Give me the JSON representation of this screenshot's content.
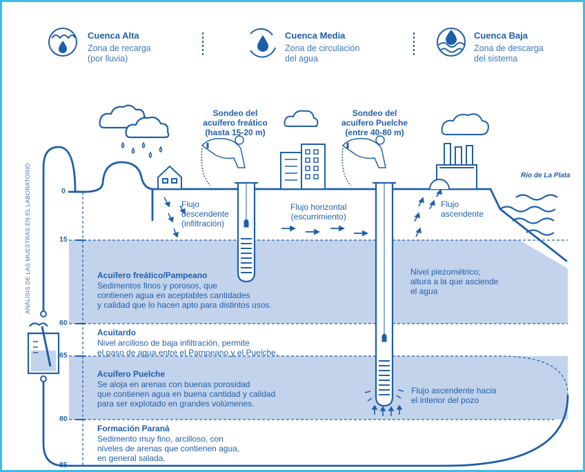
{
  "zones": [
    {
      "title": "Cuenca Alta",
      "desc": "Zona de recarga\n(por lluvia)",
      "icon": "rain-recharge-icon"
    },
    {
      "title": "Cuenca Media",
      "desc": "Zona de circulación\ndel agua",
      "icon": "water-cycle-icon"
    },
    {
      "title": "Cuenca Baja",
      "desc": "Zona de descarga\ndel sistema",
      "icon": "water-discharge-icon"
    }
  ],
  "wells": {
    "freatico": "Sondeo del\nacuífero freático\n(hasta 15-20 m)",
    "puelche": "Sondeo del\nacuífero Puelche\n(entre 40-80 m)"
  },
  "river": "Río de La Plata",
  "flows": {
    "descendente": "Flujo\ndescendente\n(infiltración)",
    "horizontal": "Flujo horizontal\n(escurrimiento)",
    "ascendente": "Flujo\nascendente",
    "piezometrico": "Nivel piezométrico;\naltura a la que asciende\nel agua",
    "pozo": "Flujo ascendente hacia\nel interior del pozo"
  },
  "layers": [
    {
      "title": "Acuífero freático/Pampeano",
      "desc": "Sedimentos finos y porosos, que\ncontienen agua en aceptables cantidades\ny calidad que lo hacen apto para distintos usos."
    },
    {
      "title": "Acuitardo",
      "desc": "Nivel arcilloso de baja infiltración, permite\nel paso de agua entre el Pampeano y el Puelche."
    },
    {
      "title": "Acuífero Puelche",
      "desc": "Se aloja en arenas con buenas porosidad\nque contienen agua en buena cantidad y calidad\npara ser explotado en grandes volúmenes."
    },
    {
      "title": "Formación Paraná",
      "desc": "Sedimento muy fino, arcilloso, con\nniveles de arenas que contienen agua,\nen general salada."
    }
  ],
  "depths": [
    "0",
    "15",
    "60",
    "65",
    "80",
    "85"
  ],
  "lab_label": "ANÁLISIS DE LAS MUESTRAS EN EL LABORATORIO",
  "colors": {
    "line": "#1f5fa8",
    "aquifer": "#c3d3ec",
    "border": "#3dbbe8"
  }
}
